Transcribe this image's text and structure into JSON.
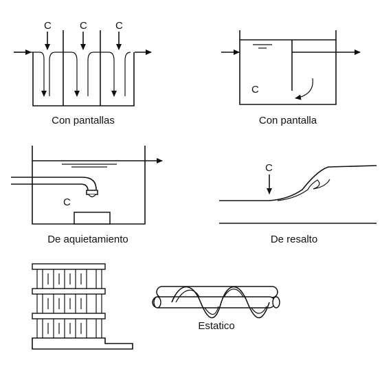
{
  "labels": {
    "baffles": "Con pantallas",
    "single_baffle": "Con pantalla",
    "stilling": "De aquietamiento",
    "hydraulic_jump": "De resalto",
    "static": "Estatico"
  },
  "chemical_marker": "C",
  "colors": {
    "stroke": "#111111",
    "background": "#ffffff"
  }
}
